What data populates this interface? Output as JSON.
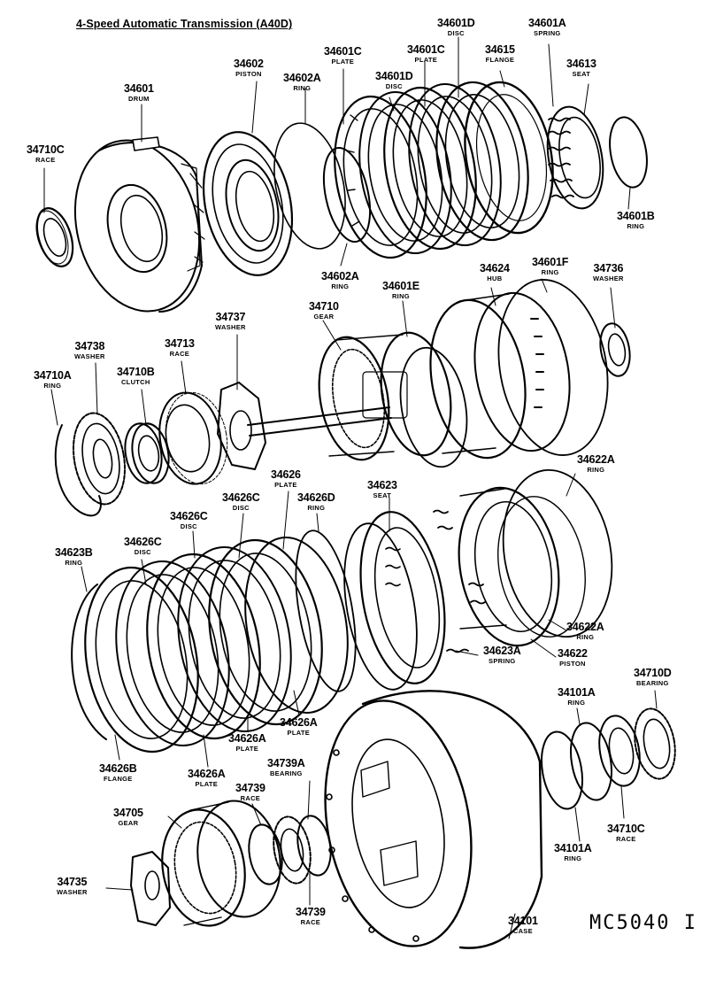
{
  "title": "4-Speed Automatic Transmission (A40D)",
  "reference_code": "MC5040 I",
  "callouts": [
    {
      "id": "c1",
      "number": "34601D",
      "name": "DISC"
    },
    {
      "id": "c2",
      "number": "34601A",
      "name": "SPRING"
    },
    {
      "id": "c3",
      "number": "34602",
      "name": "PISTON"
    },
    {
      "id": "c4",
      "number": "34601C",
      "name": "PLATE"
    },
    {
      "id": "c5",
      "number": "34601C",
      "name": "PLATE"
    },
    {
      "id": "c6",
      "number": "34615",
      "name": "FLANGE"
    },
    {
      "id": "c7",
      "number": "34613",
      "name": "SEAT"
    },
    {
      "id": "c8",
      "number": "34602A",
      "name": "RING"
    },
    {
      "id": "c9",
      "number": "34601D",
      "name": "DISC"
    },
    {
      "id": "c10",
      "number": "34601",
      "name": "DRUM"
    },
    {
      "id": "c11",
      "number": "34710C",
      "name": "RACE"
    },
    {
      "id": "c12",
      "number": "34601B",
      "name": "RING"
    },
    {
      "id": "c13",
      "number": "34602A",
      "name": "RING"
    },
    {
      "id": "c14",
      "number": "34624",
      "name": "HUB"
    },
    {
      "id": "c15",
      "number": "34601F",
      "name": "RING"
    },
    {
      "id": "c16",
      "number": "34736",
      "name": "WASHER"
    },
    {
      "id": "c17",
      "number": "34601E",
      "name": "RING"
    },
    {
      "id": "c18",
      "number": "34710",
      "name": "GEAR"
    },
    {
      "id": "c19",
      "number": "34737",
      "name": "WASHER"
    },
    {
      "id": "c20",
      "number": "34738",
      "name": "WASHER"
    },
    {
      "id": "c21",
      "number": "34713",
      "name": "RACE"
    },
    {
      "id": "c22",
      "number": "34710B",
      "name": "CLUTCH"
    },
    {
      "id": "c23",
      "number": "34710A",
      "name": "RING"
    },
    {
      "id": "c24",
      "number": "34626",
      "name": "PLATE"
    },
    {
      "id": "c25",
      "number": "34622A",
      "name": "RING"
    },
    {
      "id": "c26",
      "number": "34626C",
      "name": "DISC"
    },
    {
      "id": "c27",
      "number": "34626D",
      "name": "RING"
    },
    {
      "id": "c28",
      "number": "34623",
      "name": "SEAT"
    },
    {
      "id": "c29",
      "number": "34626C",
      "name": "DISC"
    },
    {
      "id": "c30",
      "number": "34623B",
      "name": "RING"
    },
    {
      "id": "c31",
      "number": "34626C",
      "name": "DISC"
    },
    {
      "id": "c32",
      "number": "34622A",
      "name": "RING"
    },
    {
      "id": "c33",
      "number": "34623A",
      "name": "SPRING"
    },
    {
      "id": "c34",
      "number": "34622",
      "name": "PISTON"
    },
    {
      "id": "c35",
      "number": "34710D",
      "name": "BEARING"
    },
    {
      "id": "c36",
      "number": "34101A",
      "name": "RING"
    },
    {
      "id": "c37",
      "number": "34626A",
      "name": "PLATE"
    },
    {
      "id": "c38",
      "number": "34626A",
      "name": "PLATE"
    },
    {
      "id": "c39",
      "number": "34626B",
      "name": "FLANGE"
    },
    {
      "id": "c40",
      "number": "34626A",
      "name": "PLATE"
    },
    {
      "id": "c41",
      "number": "34739A",
      "name": "BEARING"
    },
    {
      "id": "c42",
      "number": "34739",
      "name": "RACE"
    },
    {
      "id": "c43",
      "number": "34705",
      "name": "GEAR"
    },
    {
      "id": "c44",
      "number": "34710C",
      "name": "RACE"
    },
    {
      "id": "c45",
      "number": "34101A",
      "name": "RING"
    },
    {
      "id": "c46",
      "number": "34735",
      "name": "WASHER"
    },
    {
      "id": "c47",
      "number": "34739",
      "name": "RACE"
    },
    {
      "id": "c48",
      "number": "34101",
      "name": "CASE"
    }
  ]
}
